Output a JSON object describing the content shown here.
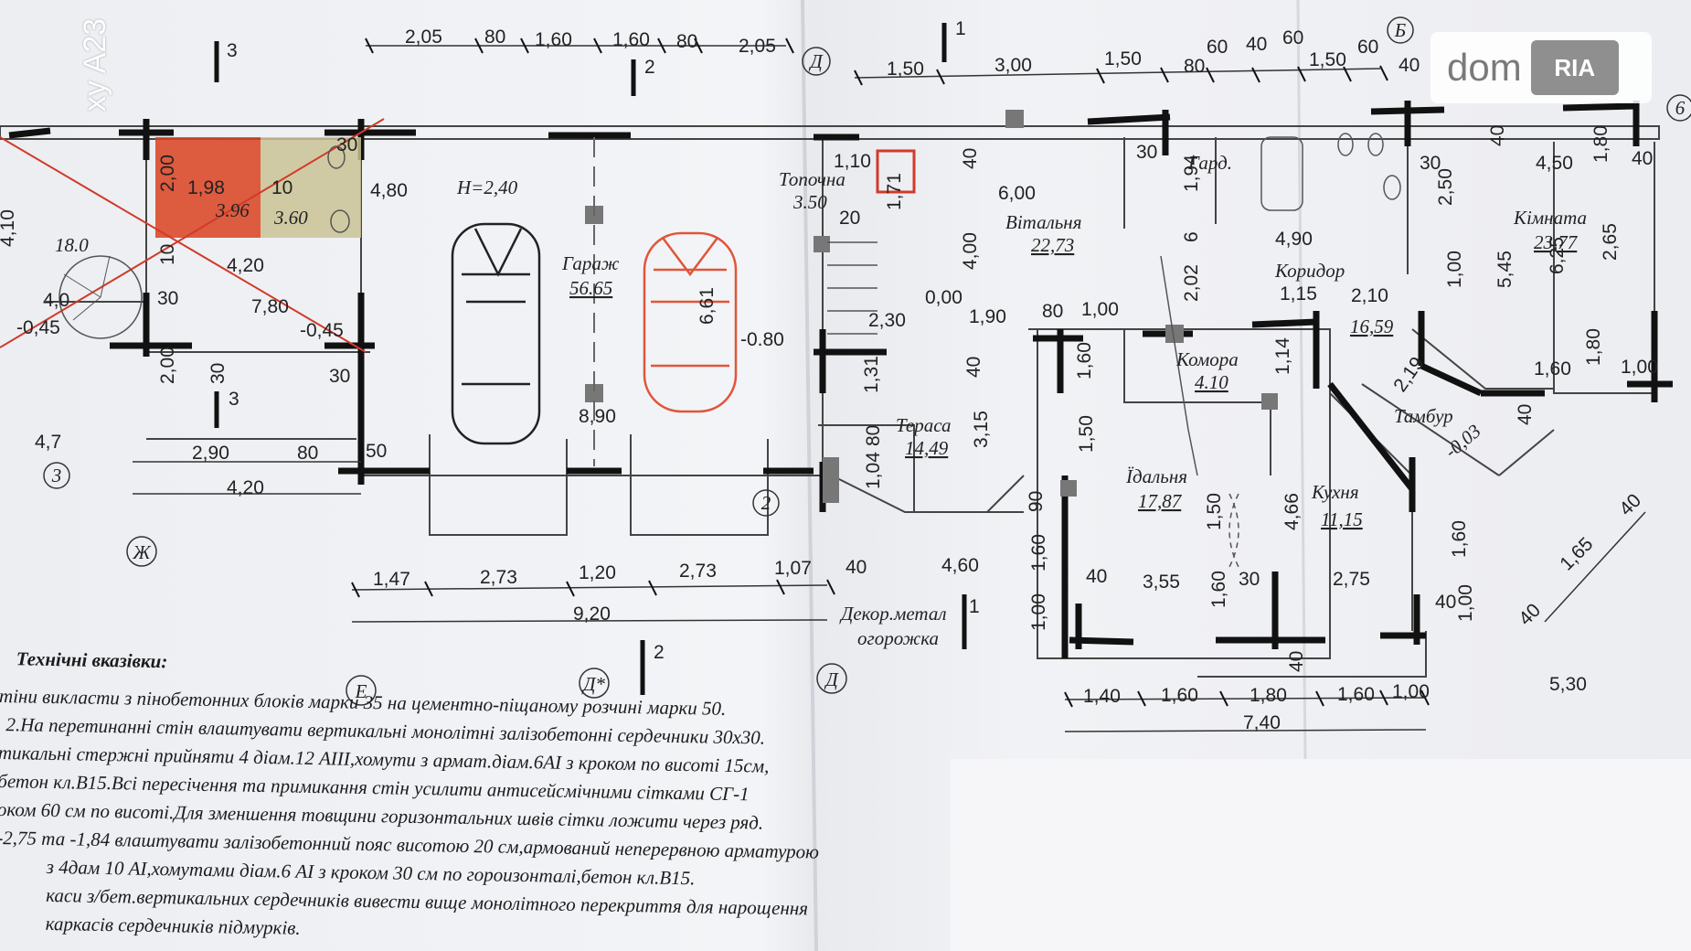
{
  "side_text": "xy A23",
  "watermark": {
    "brand": "dom",
    "seal": "RIA"
  },
  "rooms": {
    "stair_area": "18.0",
    "sub1": "3.96",
    "sub2": "3.60",
    "garage_h": "H=2,40",
    "garage_name": "Гараж",
    "garage_area": "56.65",
    "boiler_name": "Топочна",
    "boiler_area": "3.50",
    "living_name": "Вітальня",
    "living_area": "22,73",
    "wardrobe": "Гард.",
    "corridor_name": "Коридор",
    "corridor_area": "16,59",
    "room_name": "Кімната",
    "room_area": "23,77",
    "pantry_name": "Комора",
    "pantry_area": "4.10",
    "terrace_name": "Тераса",
    "terrace_area": "14,49",
    "dining_name": "Їдальня",
    "dining_area": "17,87",
    "kitchen_name": "Кухня",
    "kitchen_area": "11,15",
    "vestibule_name": "Тамбур",
    "vestibule_level": "-0,03",
    "fence_1": "Декор.метал",
    "fence_2": "огорожка"
  },
  "levels": {
    "l1": "-0,45",
    "l2": "-0,45",
    "l3": "-0.80",
    "l4": "0,00"
  },
  "axes": {
    "e": "Е",
    "d_star": "Д*",
    "d": "Д",
    "zh": "Ж",
    "z": "3",
    "two": "2",
    "d_top": "Д",
    "b": "Б",
    "six": "6"
  },
  "sections": {
    "s3a": "3",
    "s3b": "3",
    "s2a": "2",
    "s2b": "2",
    "s1a": "1",
    "s1b": "1"
  },
  "dims": {
    "t1": "2,05",
    "t2": "80",
    "t3": "1,60",
    "t4": "1,60",
    "t5": "80",
    "t6": "2,05",
    "t7": "1,50",
    "t8": "3,00",
    "t9": "1,50",
    "t10": "80",
    "t11": "60",
    "t12": "40",
    "t13": "60",
    "t14": "1,50",
    "t15": "60",
    "t16": "40",
    "b1": "1,47",
    "b2": "2,73",
    "b3": "1,20",
    "b4": "2,73",
    "b5": "1,07",
    "b6": "40",
    "b7": "9,20",
    "b8": "4,60",
    "g1": "1,98",
    "g2": "2,00",
    "g3": "10",
    "g4": "10",
    "g5": "4,20",
    "g6": "7,80",
    "g7": "4,10",
    "g8": "4,0",
    "g9": "30",
    "g10": "2,00",
    "g11": "30",
    "g12": "4,7",
    "g13": "2,90",
    "g14": "80",
    "g15": "4,20",
    "g16": "50",
    "g17": "30",
    "g18": "6,61",
    "g19": "8,90",
    "g20": "4,80",
    "g21": "30",
    "i1": "1,10",
    "i2": "1,71",
    "i3": "20",
    "i4": "6,00",
    "i5": "40",
    "i6": "4,00",
    "i7": "30",
    "i8": "1,94",
    "i9": "4,90",
    "i10": "6",
    "i11": "2,02",
    "i12": "1,15",
    "i13": "2,10",
    "i14": "2,30",
    "i15": "1,90",
    "i16": "80",
    "i17": "1,00",
    "i18": "1,60",
    "i19": "1,31",
    "i20": "40",
    "i21": "3,15",
    "i22": "80",
    "i23": "1,04",
    "i24": "1,50",
    "i25": "1,14",
    "i26": "90",
    "i27": "1,50",
    "i28": "4,66",
    "i29": "1,60",
    "i30": "40",
    "i31": "3,55",
    "i32": "1,60",
    "i33": "30",
    "i34": "2,75",
    "i35": "1,00",
    "i36": "40",
    "i37": "2,19",
    "i38": "1,60",
    "i39": "1,00",
    "i40": "40",
    "r1": "40",
    "r2": "4,50",
    "r3": "1,80",
    "r4": "40",
    "r5": "30",
    "r6": "2,50",
    "r7": "5,45",
    "r8": "6,25",
    "r9": "2,65",
    "r10": "1,00",
    "r11": "1,60",
    "r12": "1,80",
    "r13": "1,00",
    "r14": "40",
    "r15": "1,65",
    "r16": "40",
    "r17": "40",
    "f1": "1,40",
    "f2": "1,60",
    "f3": "1,80",
    "f4": "1,60",
    "f5": "1,00",
    "f6": "5,30",
    "f7": "7,40"
  },
  "notes": {
    "title": "Технічні вказівки:",
    "lines": [
      "тіни викласти з пінобетонних блоків марки 35 на цементно-піщаному розчині марки 50.",
      "2.На перетинанні стін влаштувати вертикальні монолітні залізобетонні сердечники  30х30.",
      "тикальні стержні прийняти 4 діам.12 АIII,хомути з армат.діам.6АI з кроком по висоті 15см,",
      "бетон кл.В15.Всі пересічення та примикання стін усилити антисейсмічними сітками СГ-1",
      "оком 60 см по висоті.Для зменшення товщини горизонтальних швів сітки ложити через ряд.",
      "-2,75 та -1,84 влаштувати залізобетонний пояс висотою 20 см,армований неперервною арматурою",
      "з 4дам 10 АI,хомутами діам.6 АI з кроком 30 см по гороизонталі,бетон кл.В15.",
      "каси з/бет.вертикальних сердечників вивести вище монолітного перекриття для нарощення",
      "каркасів сердечників підмурків."
    ]
  },
  "colors": {
    "ink": "#1e1e1e",
    "red_car": "#e0553a",
    "red_fill": "#d9411f",
    "beige_fill": "#c9c394",
    "cross": "#d23a2a"
  }
}
